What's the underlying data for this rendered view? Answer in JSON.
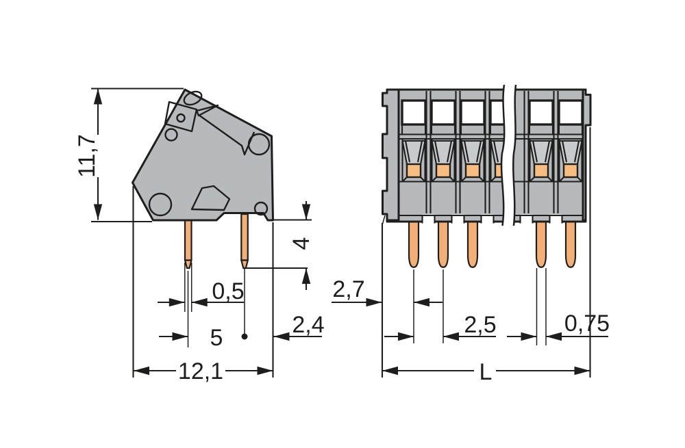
{
  "drawing": {
    "type": "terminal-block-dimensional-drawing",
    "views": {
      "side_view": {
        "dims": {
          "height": "11,7",
          "pin_length": "4",
          "pin_thickness": "0,5",
          "pin_spacing": "5",
          "edge_offset": "2,4",
          "total_width": "12,1"
        }
      },
      "front_view": {
        "dims": {
          "edge_to_first_pin": "2,7",
          "pole_pitch": "2,5",
          "pin_width": "0,75",
          "total_length": "L"
        }
      }
    },
    "colors": {
      "background": "#ffffff",
      "line": "#1e1e1c",
      "body_gray": "#b7babc",
      "funnel_gray": "#c8cbcd",
      "clamp_orange": "#f7bc80",
      "pin_copper": "#f2b078"
    }
  }
}
